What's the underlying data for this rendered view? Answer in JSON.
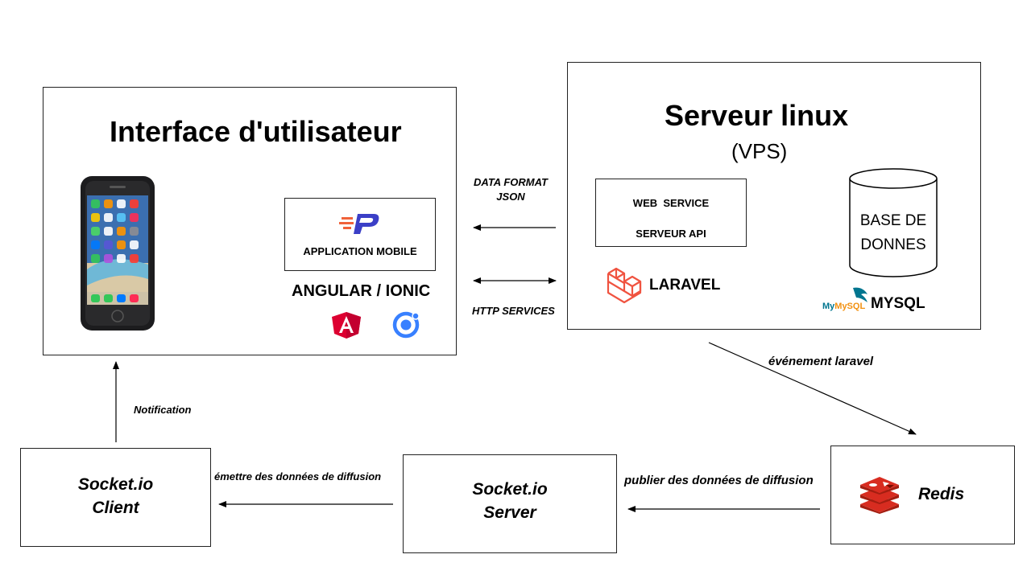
{
  "ui_box": {
    "title": "Interface d'utilisateur",
    "app_label": "APPLICATION MOBILE",
    "framework": "ANGULAR / IONIC"
  },
  "server_box": {
    "title": "Serveur linux",
    "subtitle": "(VPS)",
    "web_service_line1": "WEB  SERVICE",
    "web_service_line2": "SERVEUR API",
    "database_line1": "BASE DE",
    "database_line2": "DONNES",
    "laravel": "LARAVEL",
    "mysql_logo_text": "MySQL",
    "mysql": "MYSQL"
  },
  "connectors": {
    "data_format_line1": "DATA FORMAT",
    "data_format_line2": "JSON",
    "http_services": "HTTP SERVICES",
    "laravel_event": "événement laravel",
    "notification": "Notification",
    "broadcast_emit": "émettre des données de diffusion",
    "broadcast_publish": "publier des données de diffusion"
  },
  "socket_client": {
    "line1": "Socket.io",
    "line2": "Client"
  },
  "socket_server": {
    "line1": "Socket.io",
    "line2": "Server"
  },
  "redis": {
    "label": "Redis"
  },
  "colors": {
    "laravel": "#f05340",
    "angular": "#dd0031",
    "ionic": "#3880ff",
    "redis": "#d82c20",
    "mysql_blue": "#00758f",
    "mysql_orange": "#f29111"
  }
}
